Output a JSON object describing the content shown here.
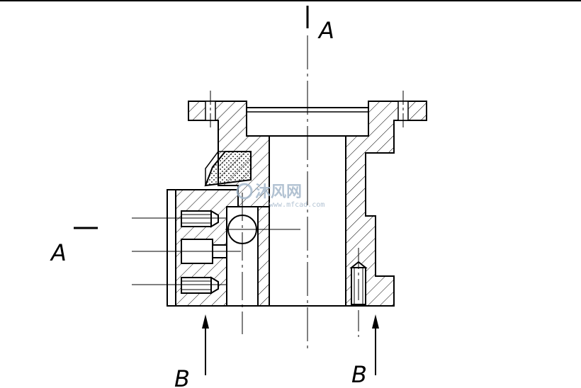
{
  "section_labels": {
    "top_a": "A",
    "left_a": "A",
    "bottom_left_b": "B",
    "bottom_right_b": "B"
  },
  "watermark": {
    "cn": "沐风网",
    "url": "www.mfcad.com"
  },
  "colors": {
    "line": "#000000",
    "watermark": "#9fb4c8"
  }
}
